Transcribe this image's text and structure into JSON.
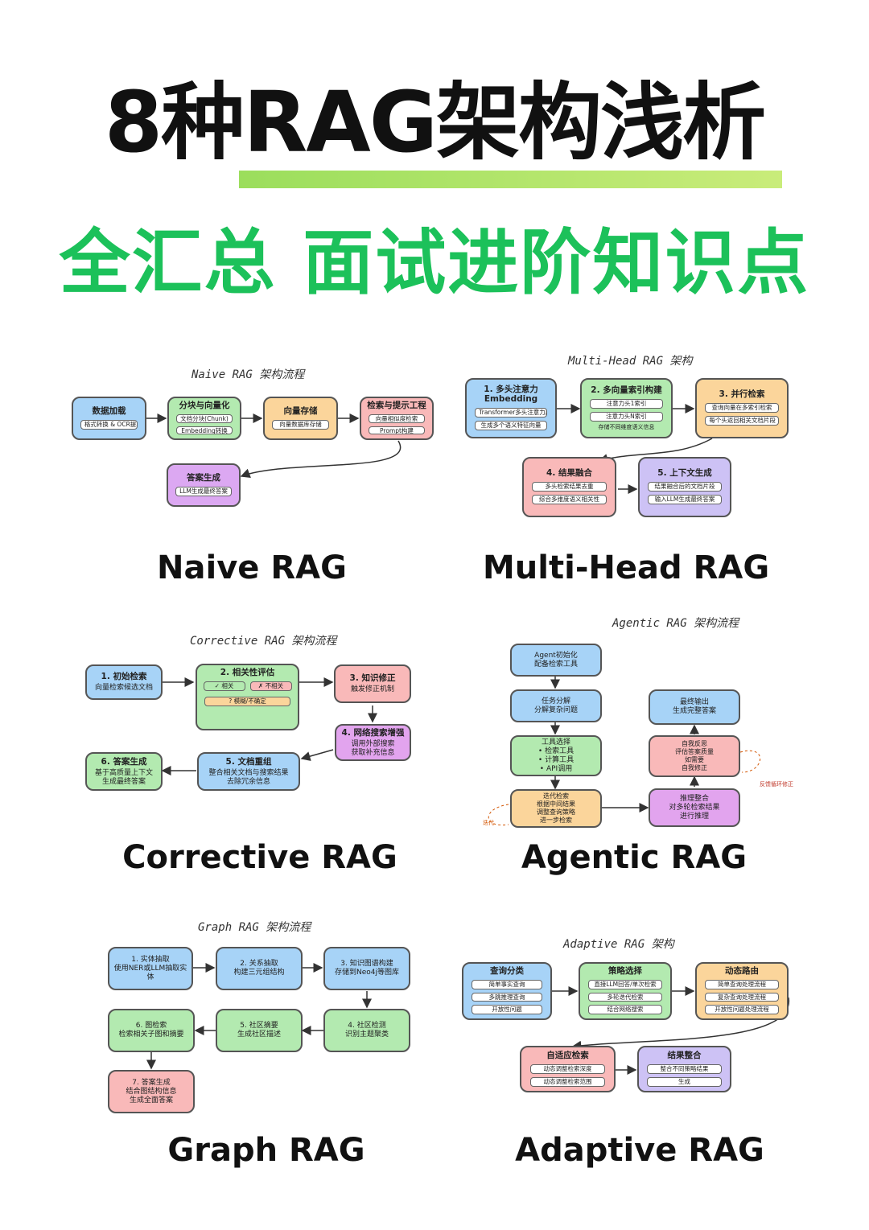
{
  "title": "8种RAG架构浅析",
  "subtitle": "全汇总 面试进阶知识点",
  "diagrams": {
    "naive": {
      "title": "Naive RAG 架构流程",
      "label": "Naive RAG",
      "boxes": [
        {
          "title": "数据加载",
          "items": [
            "格式转换 & OCR提取"
          ]
        },
        {
          "title": "分块与向量化",
          "items": [
            "文档分块(Chunk)",
            "Embedding转换"
          ]
        },
        {
          "title": "向量存储",
          "items": [
            "向量数据库存储"
          ]
        },
        {
          "title": "检索与提示工程",
          "items": [
            "向量相似度检索",
            "Prompt构建"
          ]
        },
        {
          "title": "答案生成",
          "items": [
            "LLM生成最终答案"
          ]
        }
      ]
    },
    "multihead": {
      "title": "Multi-Head RAG 架构",
      "label": "Multi-Head RAG",
      "boxes": [
        {
          "title": "1. 多头注意力Embedding",
          "items": [
            "Transformer多头注意力层",
            "生成多个语义特征向量"
          ]
        },
        {
          "title": "2. 多向量索引构建",
          "items": [
            "注意力头1索引",
            "注意力头N索引"
          ],
          "note": "存储不同维度语义信息"
        },
        {
          "title": "3. 并行检索",
          "items": [
            "查询向量在多索引检索",
            "每个头返回相关文档片段"
          ]
        },
        {
          "title": "4. 结果融合",
          "items": [
            "多头检索结果去重",
            "综合多维度语义相关性"
          ]
        },
        {
          "title": "5. 上下文生成",
          "items": [
            "结果融合后的文档片段",
            "输入LLM生成最终答案"
          ]
        }
      ]
    },
    "corrective": {
      "title": "Corrective RAG 架构流程",
      "label": "Corrective RAG",
      "b1": "1. 初始检索",
      "b1s": "向量检索候选文档",
      "b2": "2. 相关性评估",
      "b2a": "✓ 相关",
      "b2b": "✗ 不相关",
      "b2c": "? 模糊/不确定",
      "b3": "3. 知识修正",
      "b3s": "触发修正机制",
      "b4": "4. 网络搜索增强",
      "b4s1": "调用外部搜索",
      "b4s2": "获取补充信息",
      "b5": "5. 文档重组",
      "b5s1": "整合相关文档与搜索结果",
      "b5s2": "去除冗余信息",
      "b6": "6. 答案生成",
      "b6s1": "基于高质量上下文",
      "b6s2": "生成最终答案"
    },
    "agentic": {
      "title": "Agentic RAG 架构流程",
      "label": "Agentic RAG",
      "b1": [
        "Agent初始化",
        "配备检索工具"
      ],
      "b2": [
        "任务分解",
        "分解复杂问题"
      ],
      "b3": [
        "工具选择",
        "• 检索工具",
        "• 计算工具",
        "• API调用"
      ],
      "b4": [
        "迭代检索",
        "根据中间结果",
        "调整查询策略",
        "进一步检索"
      ],
      "b5": [
        "推理整合",
        "对多轮检索结果",
        "进行推理"
      ],
      "b6": [
        "自我反思",
        "评估答案质量",
        "如需要",
        "自我修正"
      ],
      "b7": [
        "最终输出",
        "生成完整答案"
      ],
      "note1": "反馈循环修正",
      "note2": "迭代"
    },
    "graph": {
      "title": "Graph RAG 架构流程",
      "label": "Graph RAG",
      "b1": [
        "1. 实体抽取",
        "使用NER或LLM抽取实体"
      ],
      "b2": [
        "2. 关系抽取",
        "构建三元组结构"
      ],
      "b3": [
        "3. 知识图谱构建",
        "存储到Neo4j等图库"
      ],
      "b4": [
        "4. 社区检测",
        "识别主题聚类"
      ],
      "b5": [
        "5. 社区摘要",
        "生成社区描述"
      ],
      "b6": [
        "6. 图检索",
        "检索相关子图和摘要"
      ],
      "b7": [
        "7. 答案生成",
        "结合图结构信息",
        "生成全面答案"
      ]
    },
    "adaptive": {
      "title": "Adaptive RAG 架构",
      "label": "Adaptive RAG",
      "boxes": [
        {
          "title": "查询分类",
          "items": [
            "简单事实查询",
            "多跳推理查询",
            "开放性问题"
          ]
        },
        {
          "title": "策略选择",
          "items": [
            "直接LLM回答/单次检索",
            "多轮迭代检索",
            "结合网络搜索"
          ]
        },
        {
          "title": "动态路由",
          "items": [
            "简单查询处理流程",
            "复杂查询处理流程",
            "开放性问题处理流程"
          ]
        },
        {
          "title": "自适应检索",
          "items": [
            "动态调整检索深度",
            "动态调整检索范围"
          ]
        },
        {
          "title": "结果整合",
          "items": [
            "整合不同策略结果",
            "生成"
          ]
        }
      ]
    }
  }
}
